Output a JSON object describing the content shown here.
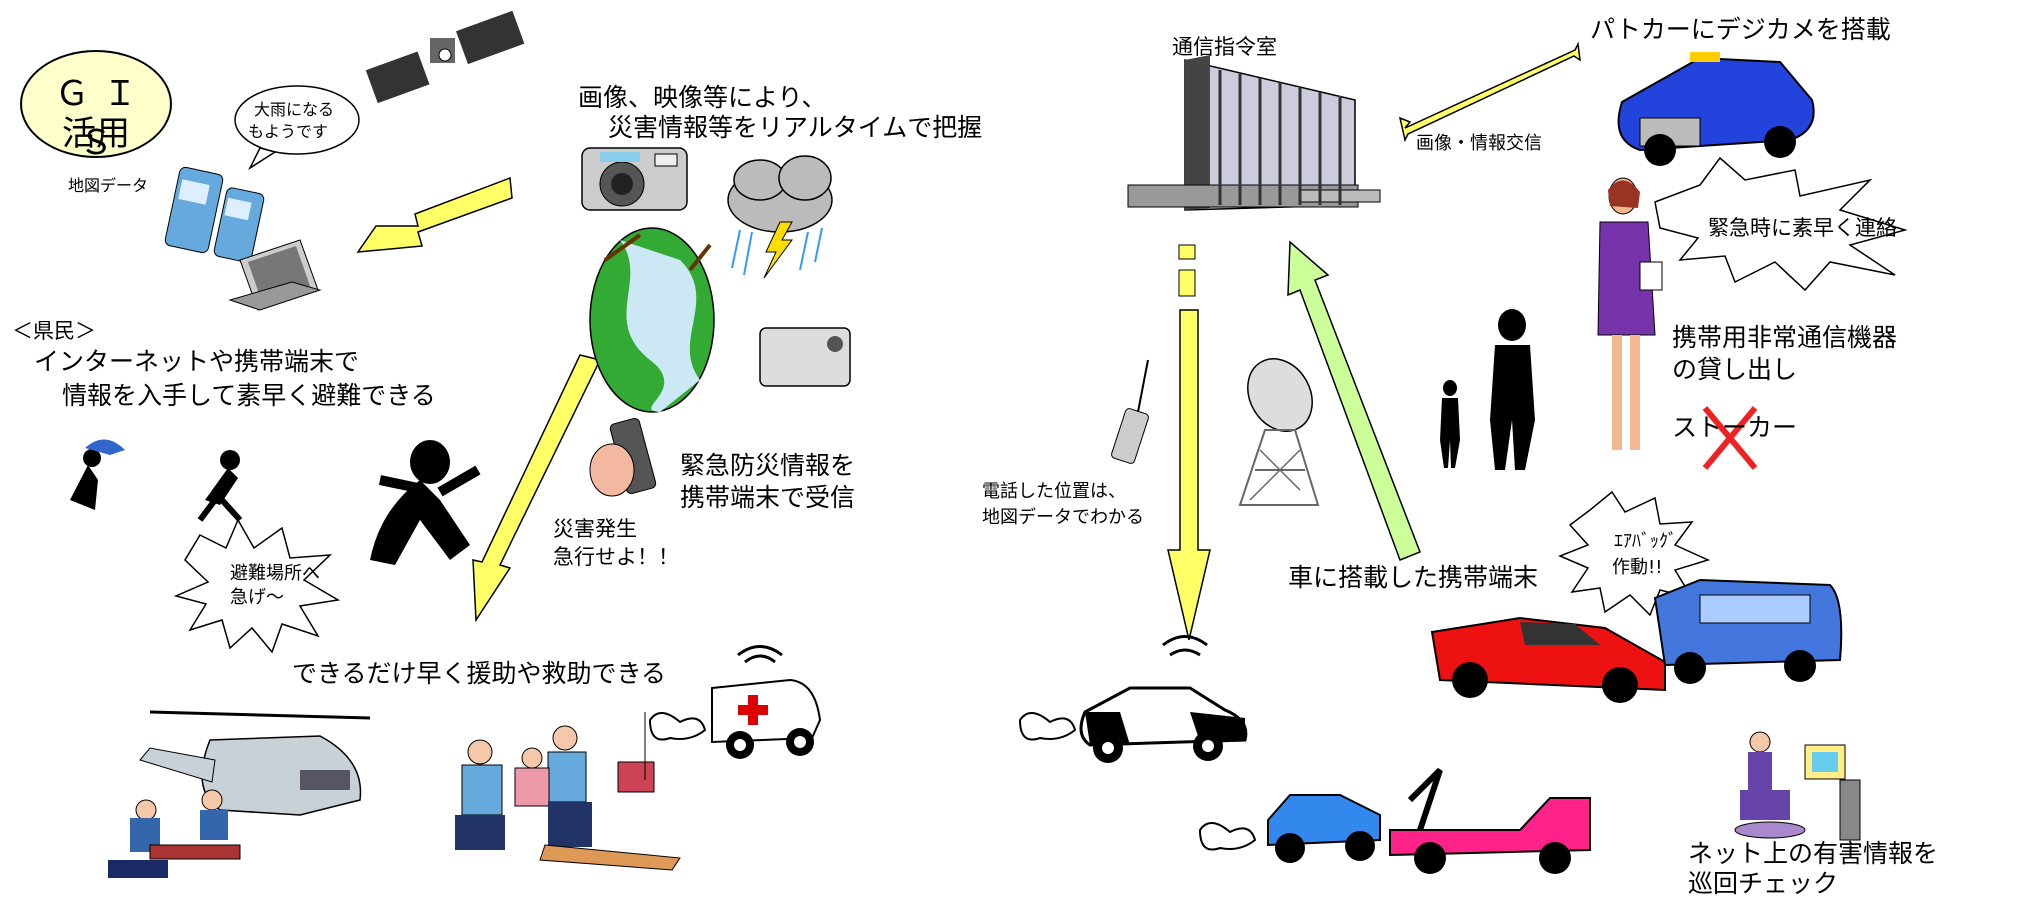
{
  "gis": {
    "line1": "ＧＩＳ",
    "line2": "活用"
  },
  "labels": {
    "map_data": "地図データ",
    "speech_heavy_rain_1": "大雨になる",
    "speech_heavy_rain_2": "もようです",
    "image_capture_1": "画像、映像等により、",
    "image_capture_2": "災害情報等をリアルタイムで把握",
    "citizens": "＜県民＞",
    "citizens_desc_1": "インターネットや携帯端末で",
    "citizens_desc_2": "情報を入手して素早く避難できる",
    "emergency_info_1": "緊急防災情報を",
    "emergency_info_2": "携帯端末で受信",
    "disaster_1": "災害発生",
    "disaster_2": "急行せよ！！",
    "evac_1": "避難場所へ",
    "evac_2": "急げ～",
    "rescue": "できるだけ早く援助や救助できる",
    "command_room": "通信指令室",
    "police_camera": "パトカーにデジカメを搭載",
    "image_exchange": "画像・情報交信",
    "quick_contact": "緊急時に素早く連絡",
    "device_loan_1": "携帯用非常通信機器",
    "device_loan_2": "の貸し出し",
    "stalker": "ストーカー",
    "call_location_1": "電話した位置は、",
    "call_location_2": "地図データでわかる",
    "car_terminal": "車に搭載した携帯端末",
    "airbag_1": "ｴｱﾊﾞｯｸﾞ",
    "airbag_2": "作動!!",
    "net_patrol_1": "ネット上の有害情報を",
    "net_patrol_2": "巡回チェック"
  },
  "colors": {
    "arrow_yellow": "#ffff66",
    "arrow_green": "#ccff99",
    "gis_fill": "#ffffcc"
  }
}
